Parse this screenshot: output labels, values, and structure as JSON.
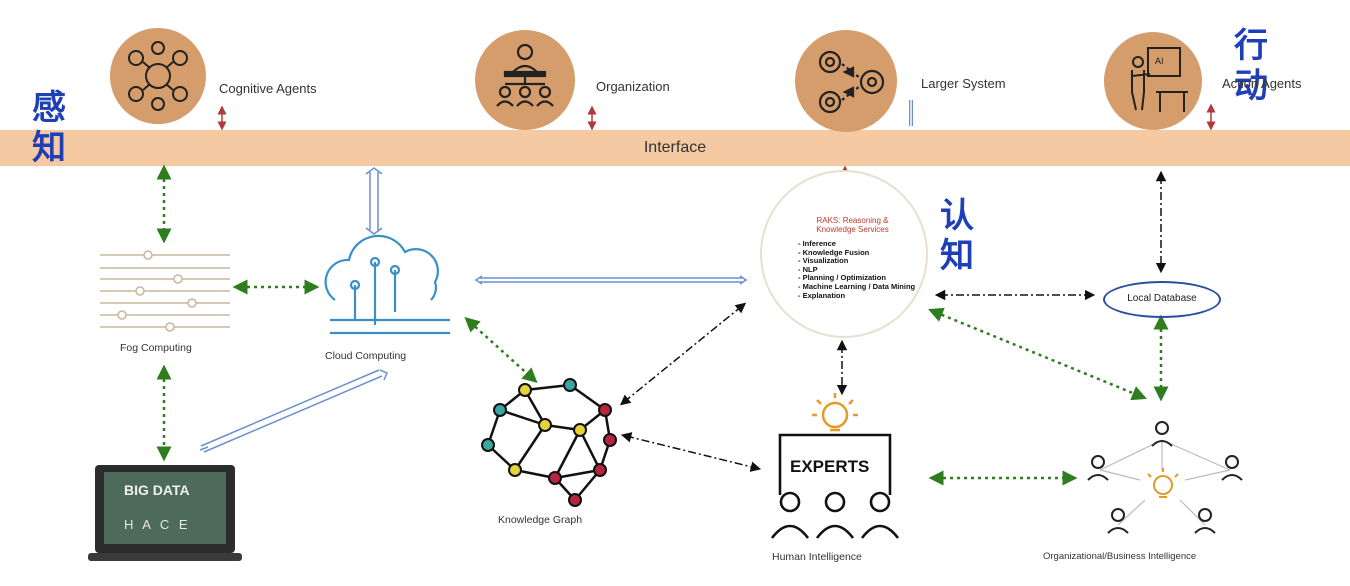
{
  "labels": {
    "cognitive_agents": "Cognitive Agents",
    "organization": "Organization",
    "larger_system": "Larger System",
    "action_agents": "Action Agents",
    "interface": "Interface",
    "fog_computing": "Fog Computing",
    "cloud_computing": "Cloud Computing",
    "knowledge_graph": "Knowledge Graph",
    "human_intelligence": "Human Intelligence",
    "org_business_intelligence": "Organizational/Business Intelligence",
    "local_database": "Local Database",
    "experts": "EXPERTS",
    "big_data": "BIG DATA",
    "hace": "H A C E"
  },
  "cjk": {
    "perception": "感知",
    "cognition": "认知",
    "action": "行动"
  },
  "raks": {
    "title": "RAKS: Reasoning & Knowledge Services",
    "items": [
      "Inference",
      "Knowledge Fusion",
      "Visualization",
      "NLP",
      "Planning / Optimization",
      "Machine Learning / Data Mining",
      "Explanation"
    ]
  },
  "colors": {
    "agent_circle": "#d49d6b",
    "interface_band": "#f5c9a1",
    "cjk_text": "#1f3fb7",
    "green_link": "#2e7d1e",
    "blue_link": "#6b8fcf",
    "red_link": "#b03a3a"
  }
}
